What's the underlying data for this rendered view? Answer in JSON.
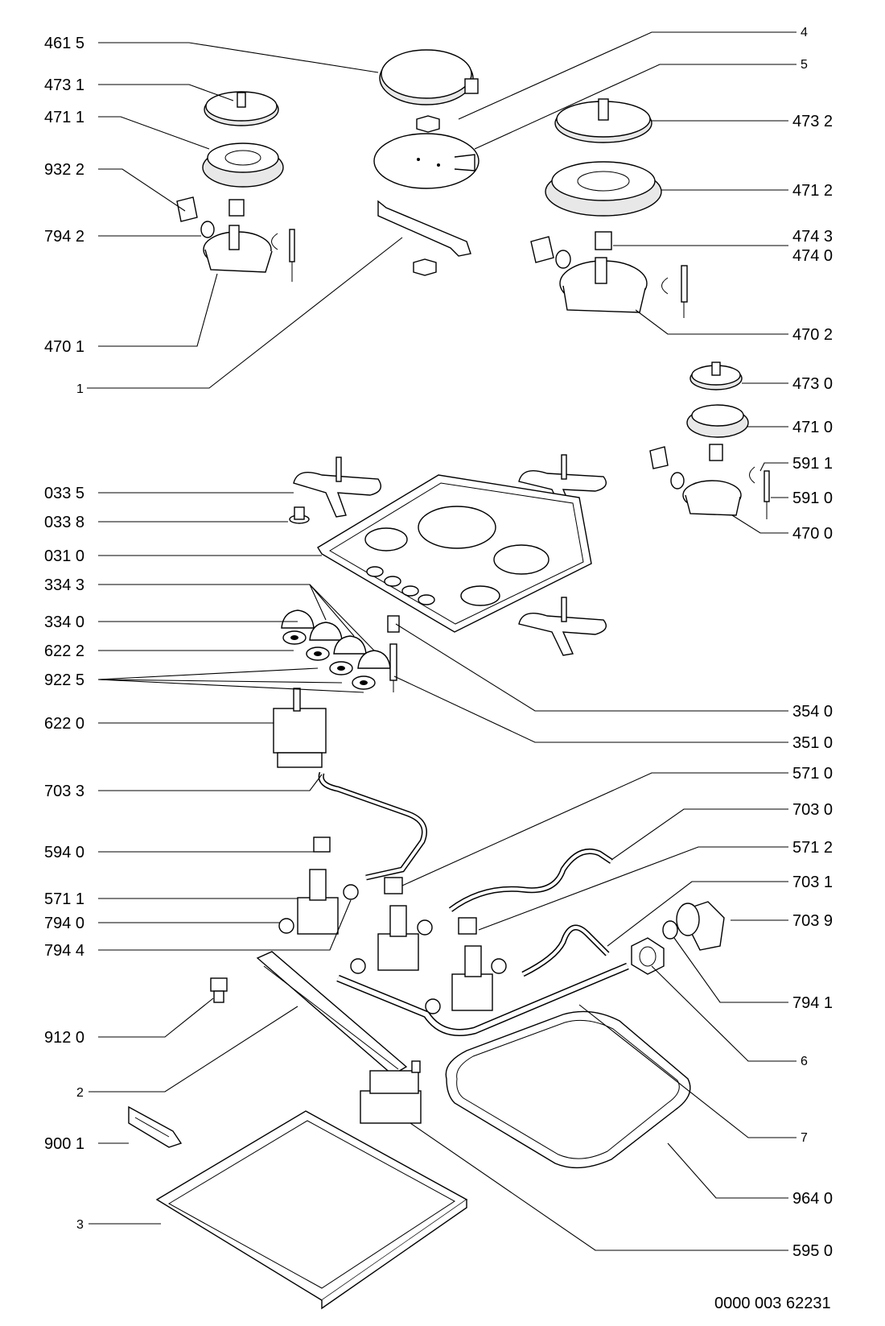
{
  "diagram": {
    "type": "exploded-parts-diagram",
    "drawing_number": "0000 003 62231",
    "labels_left": [
      "461 5",
      "473 1",
      "471 1",
      "932 2",
      "794 2",
      "470 1",
      "1",
      "033 5",
      "033 8",
      "031 0",
      "334 3",
      "334 0",
      "622 2",
      "922 5",
      "622 0",
      "703 3",
      "594 0",
      "571 1",
      "794 0",
      "794 4",
      "912 0",
      "2",
      "900 1",
      "3"
    ],
    "labels_right": [
      "4",
      "5",
      "473 2",
      "471 2",
      "474 3",
      "474 0",
      "470 2",
      "473 0",
      "471 0",
      "591 1",
      "591 0",
      "470 0",
      "354 0",
      "351 0",
      "571 0",
      "703 0",
      "571 2",
      "703 1",
      "703 9",
      "794 1",
      "6",
      "7",
      "964 0",
      "595 0"
    ]
  }
}
